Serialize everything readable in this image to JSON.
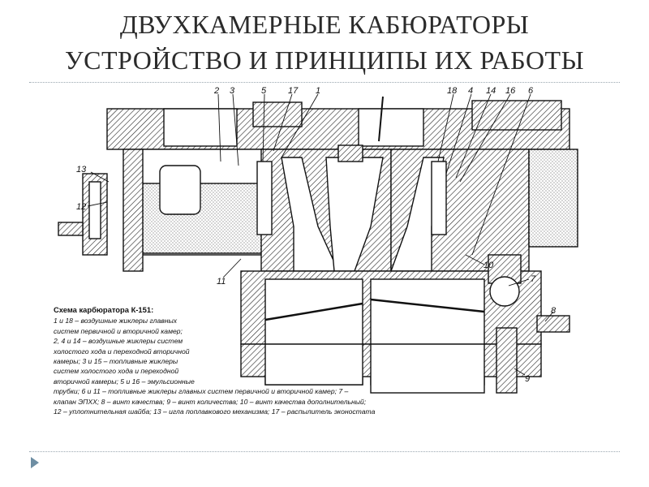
{
  "slide": {
    "title_line1": "ДВУХКАМЕРНЫЕ КАБЮРАТОРЫ",
    "title_line2": "УСТРОЙСТВО И  ПРИНЦИПЫ ИХ РАБОТЫ"
  },
  "diagram": {
    "callouts": [
      "2",
      "3",
      "5",
      "17",
      "1",
      "18",
      "4",
      "14",
      "16",
      "6",
      "13",
      "12",
      "11",
      "10",
      "7",
      "8",
      "9"
    ]
  },
  "caption": {
    "title": "Схема карбюратора К-151:",
    "lines": [
      "1 и 18 – воздушные жиклеры главных",
      "систем первичной и вторичной камер;",
      "2, 4 и 14 – воздушные жиклеры систем",
      "холостого хода и переходной вторичной",
      "камеры; 3 и 15 – топливные жиклеры",
      "систем холостого хода и переходной",
      "вторичной камеры; 5 и 16 – эмульсионные",
      "трубки; 6 и 11 – топливные жиклеры главных систем первичной и вторичной камер; 7 –",
      "клапан ЭПХХ; 8 – винт качества; 9 – винт количества; 10 – винт качества дополнительный;",
      "12 – уплотнительная шайба; 13 – игла поплавкового механизма; 17 – распылитель эконостата"
    ]
  }
}
